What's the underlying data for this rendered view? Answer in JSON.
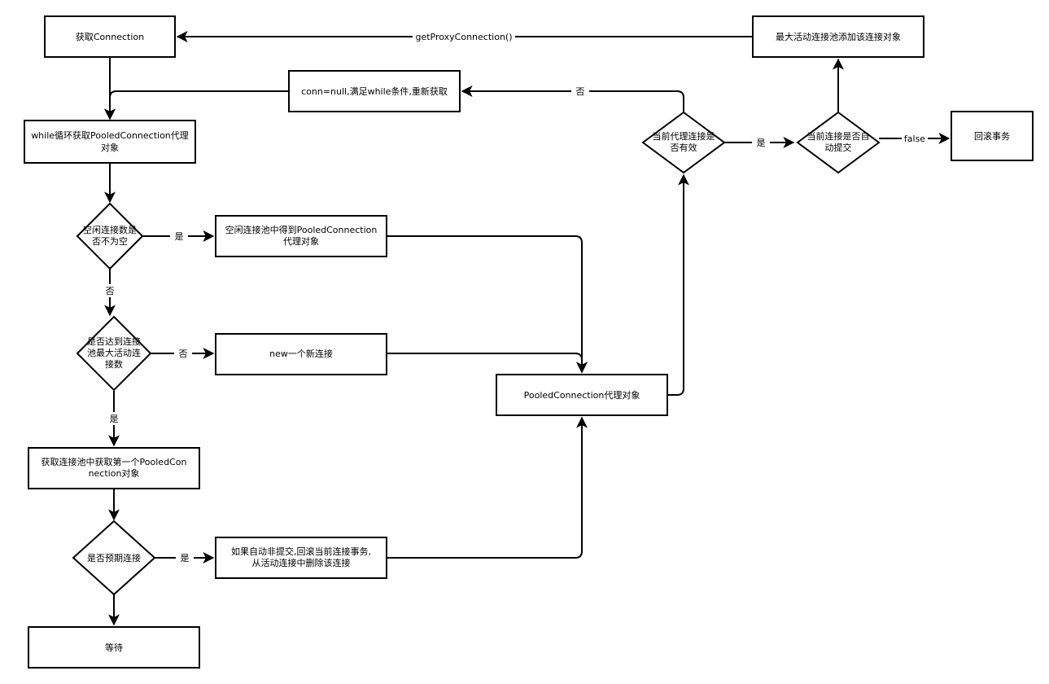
{
  "nodes": {
    "get_connection": "获取Connection",
    "while_loop": [
      "while循环获取PooledConnection代理",
      "对象"
    ],
    "idle_check": [
      "空闲连接数是",
      "否不为空"
    ],
    "idle_get": [
      "空闲连接池中得到PooledConnection",
      "代理对象"
    ],
    "max_check": [
      "是否达到连接",
      "池最大活动连",
      "接数"
    ],
    "new_conn": "new一个新连接",
    "get_first": [
      "获取连接池中获取第一个PooledCon",
      "nection对象"
    ],
    "expire_check": "是否预期连接",
    "rollback_remove": [
      "如果自动非提交,回滚当前连接事务,",
      "从活动连接中删除该连接"
    ],
    "wait": "等待",
    "pooled_proxy": "PooledConnection代理对象",
    "valid_check": [
      "当前代理连接是",
      "否有效"
    ],
    "autocommit_check": [
      "当前连接是否自",
      "动提交"
    ],
    "rollback": "回滚事务",
    "add_active": "最大活动连接池添加该连接对象",
    "conn_null": "conn=null,满足while条件,重新获取"
  },
  "edge_labels": {
    "get_proxy": "getProxyConnection()",
    "no": "否",
    "yes": "是",
    "false": "false"
  }
}
